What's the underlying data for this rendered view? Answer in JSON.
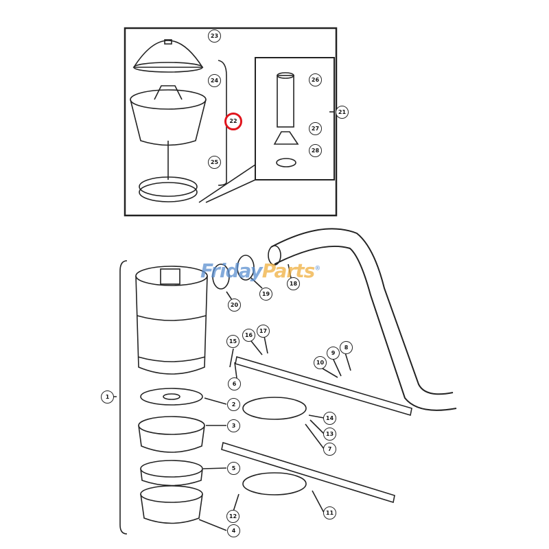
{
  "watermark": {
    "text_a": "Friday",
    "text_b": "Parts",
    "mark": "®"
  },
  "callouts": [
    {
      "id": "23"
    },
    {
      "id": "24"
    },
    {
      "id": "22",
      "highlight_color": "#e0141c"
    },
    {
      "id": "26"
    },
    {
      "id": "27"
    },
    {
      "id": "28"
    },
    {
      "id": "25"
    },
    {
      "id": "21"
    },
    {
      "id": "20"
    },
    {
      "id": "19"
    },
    {
      "id": "18"
    },
    {
      "id": "15"
    },
    {
      "id": "16"
    },
    {
      "id": "17"
    },
    {
      "id": "9"
    },
    {
      "id": "8"
    },
    {
      "id": "10"
    },
    {
      "id": "6"
    },
    {
      "id": "1"
    },
    {
      "id": "2"
    },
    {
      "id": "3"
    },
    {
      "id": "14"
    },
    {
      "id": "13"
    },
    {
      "id": "7"
    },
    {
      "id": "5"
    },
    {
      "id": "11"
    },
    {
      "id": "12"
    },
    {
      "id": "4"
    }
  ]
}
